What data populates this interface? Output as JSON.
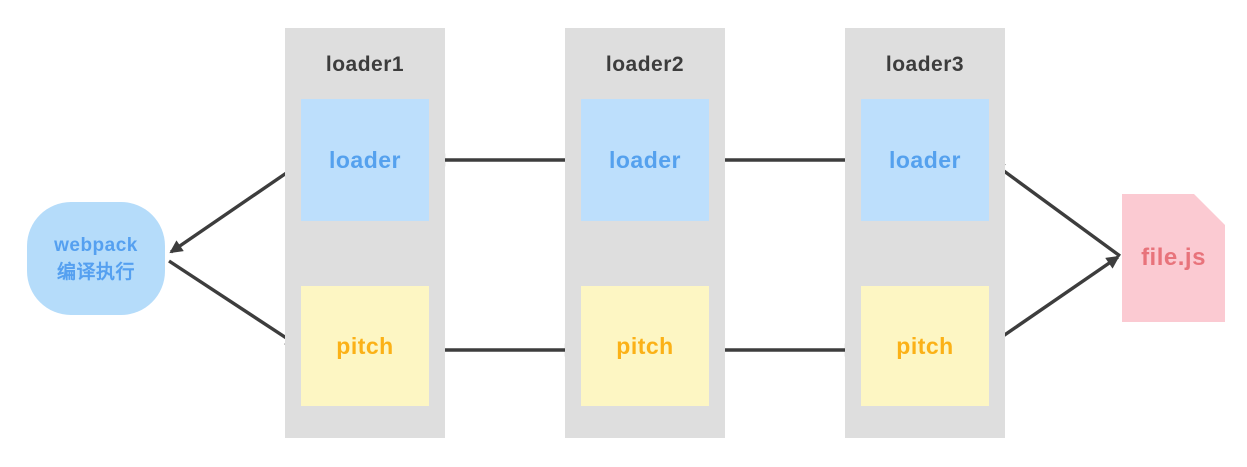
{
  "diagram": {
    "source": {
      "label_line1": "webpack",
      "label_line2": "编译执行"
    },
    "columns": [
      {
        "title": "loader1",
        "normal_label": "loader",
        "pitch_label": "pitch"
      },
      {
        "title": "loader2",
        "normal_label": "loader",
        "pitch_label": "pitch"
      },
      {
        "title": "loader3",
        "normal_label": "loader",
        "pitch_label": "pitch"
      }
    ],
    "target": {
      "label": "file.js"
    },
    "colors": {
      "background": "#ffffff",
      "column_bg": "#dedede",
      "column_title_text": "#3c3c3c",
      "loader_box_bg": "#bddffc",
      "loader_text": "#55a1ee",
      "pitch_box_bg": "#fdf6c3",
      "pitch_text": "#fbb117",
      "source_bg": "#b5dcfa",
      "source_text": "#55a0f0",
      "target_bg": "#fbcad2",
      "target_text": "#e8737b",
      "arrow": "#3d3d3d"
    }
  }
}
